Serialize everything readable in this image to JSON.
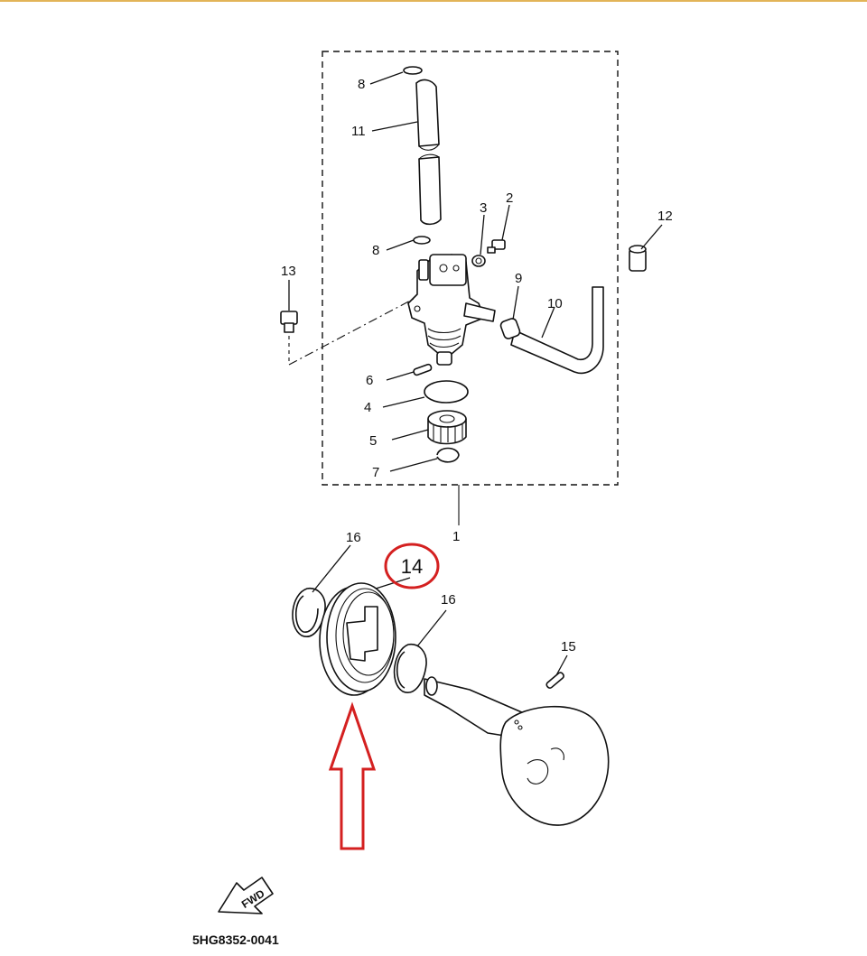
{
  "callouts": {
    "c1": "1",
    "c2": "2",
    "c3": "3",
    "c4": "4",
    "c5": "5",
    "c6": "6",
    "c7": "7",
    "c8a": "8",
    "c8b": "8",
    "c9": "9",
    "c10": "10",
    "c11": "11",
    "c12": "12",
    "c13": "13",
    "c15": "15",
    "c16a": "16",
    "c16b": "16"
  },
  "highlight": {
    "label": "14",
    "color": "#d42020"
  },
  "fwd_badge": "FWD",
  "diagram_code": "5HG8352-0041",
  "colors": {
    "top_rule": "#e2b458",
    "line": "#111111",
    "arrow": "#d42020"
  }
}
